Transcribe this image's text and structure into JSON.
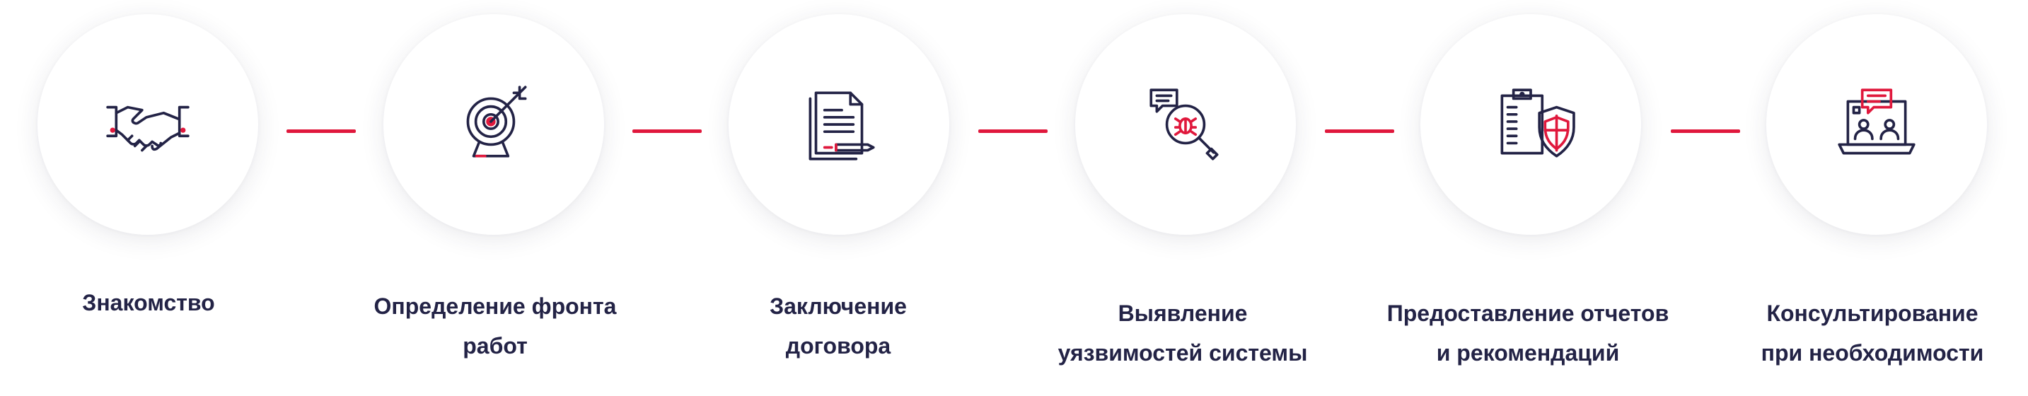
{
  "colors": {
    "accent": "#e0183c",
    "icon_stroke": "#232346",
    "text": "#232346",
    "background": "#ffffff"
  },
  "steps": [
    {
      "icon": "handshake-icon",
      "line1": "Знакомство",
      "line2": ""
    },
    {
      "icon": "target-icon",
      "line1": "Определение фронта",
      "line2": "работ"
    },
    {
      "icon": "contract-icon",
      "line1": "Заключение",
      "line2": "договора"
    },
    {
      "icon": "bug-search-icon",
      "line1": "Выявление",
      "line2": "уязвимостей системы"
    },
    {
      "icon": "report-shield-icon",
      "line1": "Предоставление отчетов",
      "line2": "и рекомендаций"
    },
    {
      "icon": "consulting-laptop-icon",
      "line1": "Консультирование",
      "line2": "при необходимости"
    }
  ]
}
